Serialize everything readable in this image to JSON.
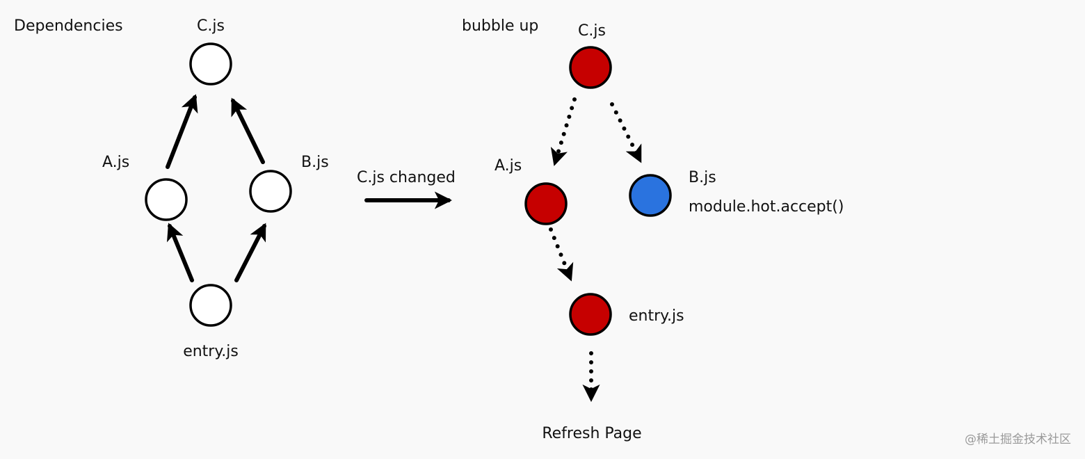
{
  "left": {
    "title": "Dependencies",
    "nodes": {
      "c": "C.js",
      "a": "A.js",
      "b": "B.js",
      "entry": "entry.js"
    }
  },
  "transition": {
    "label": "C.js changed"
  },
  "right": {
    "title": "bubble up",
    "nodes": {
      "c": "C.js",
      "a": "A.js",
      "b": "B.js",
      "b_note": "module.hot.accept()",
      "entry": "entry.js"
    },
    "result": "Refresh Page"
  },
  "colors": {
    "background": "#f9f9f9",
    "node_default": "#ffffff",
    "node_changed": "#c60000",
    "node_accepted": "#2a73df",
    "stroke": "#000000"
  },
  "watermark": "@稀土掘金技术社区"
}
